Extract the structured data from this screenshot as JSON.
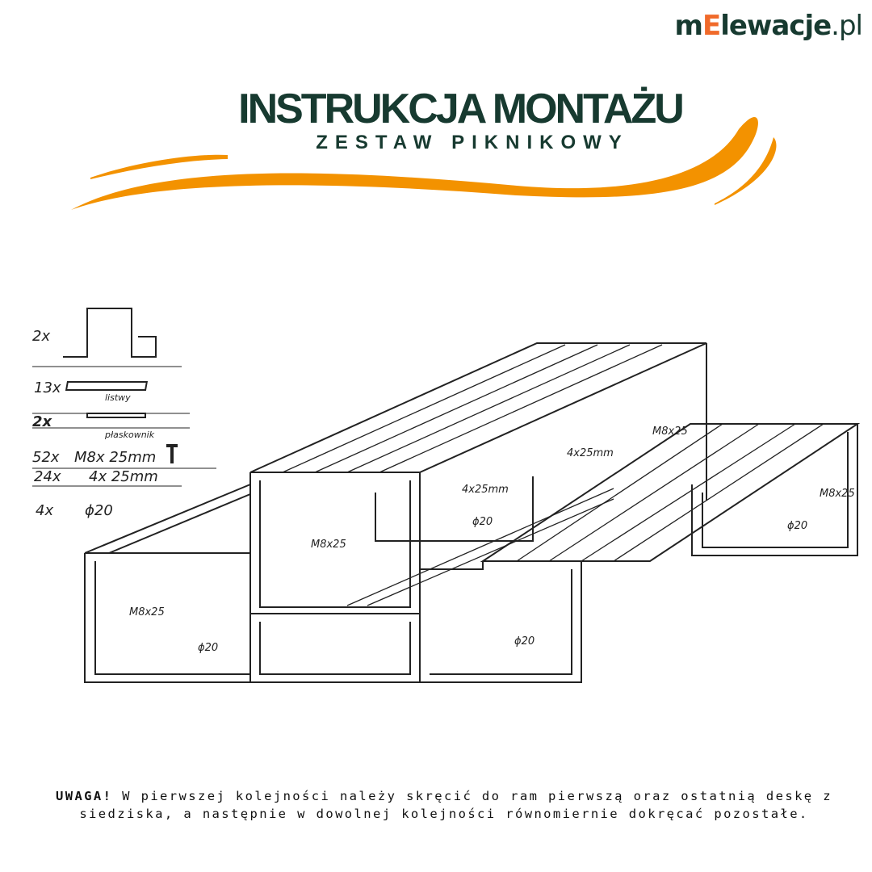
{
  "logo": {
    "prefix": "m",
    "highlight": "E",
    "rest": "lewacje",
    "suffix": ".pl"
  },
  "header": {
    "title": "INSTRUKCJA MONTAŻU",
    "subtitle": "ZESTAW PIKNIKOWY"
  },
  "colors": {
    "accent": "#f39200",
    "brand": "#173a30",
    "logo_e": "#f06a2a"
  },
  "parts": [
    {
      "qty": "2x",
      "name": ""
    },
    {
      "qty": "13x",
      "name": "listwy"
    },
    {
      "qty": "2x",
      "name": "płaskownik"
    },
    {
      "qty": "52x",
      "name": "M8x 25mm"
    },
    {
      "qty": "24x",
      "name": "4x 25mm"
    },
    {
      "qty": "4x",
      "name": "ϕ20"
    }
  ],
  "labels": {
    "bolt": "M8x25",
    "screw": "4x25mm",
    "foot": "ϕ20"
  },
  "note": {
    "lead": "UWAGA!",
    "text": " W pierwszej kolejności należy skręcić do ram pierwszą oraz ostatnią deskę z siedziska, a następnie w dowolnej kolejności równomiernie dokręcać pozostałe."
  }
}
